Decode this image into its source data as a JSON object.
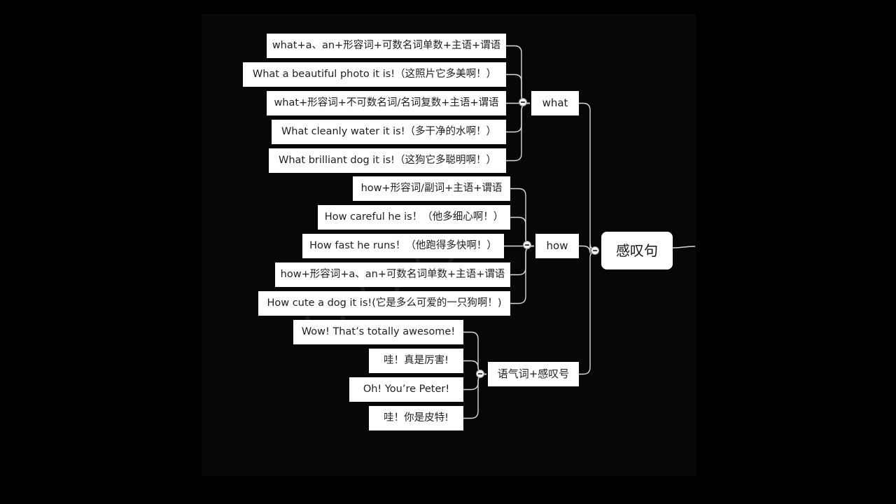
{
  "colors": {
    "background": "#000000",
    "node_fill": "#ffffff",
    "node_text": "#1e1e1e",
    "connector": "#d9d9d9"
  },
  "root": {
    "label": "感叹句"
  },
  "branches": [
    {
      "id": "what",
      "label": "what",
      "children": [
        "what+a、an+形容词+可数名词单数+主语+谓语",
        "What a beautiful photo it is!（这照片它多美啊！）",
        "what+形容词+不可数名词/名词复数+主语+谓语",
        "What cleanly water it is!（多干净的水啊！）",
        "What brilliant dog it is!（这狗它多聪明啊！）"
      ]
    },
    {
      "id": "how",
      "label": "how",
      "children": [
        "how+形容词/副词+主语+谓语",
        "How careful he is！（他多细心啊！）",
        "How fast he runs！（他跑得多快啊！）",
        "how+形容词+a、an+可数名词单数+主语+谓语",
        "How cute a dog it is!(它是多么可爱的一只狗啊！)"
      ]
    },
    {
      "id": "interjection",
      "label": "语气词+感叹号",
      "children": [
        "Wow! That’s totally awesome!",
        "哇！真是厉害!",
        "Oh! You’re Peter!",
        "哇！你是皮特!"
      ]
    }
  ]
}
